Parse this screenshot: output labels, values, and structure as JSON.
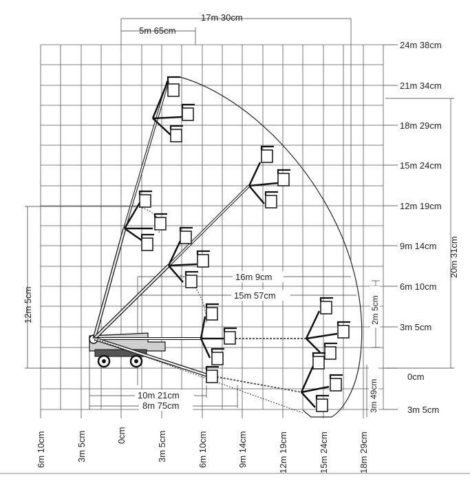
{
  "right_labels": [
    "24m 38cm",
    "21m 34cm",
    "18m 29cm",
    "15m 24cm",
    "12m 19cm",
    "9m 14cm",
    "6m 10cm",
    "3m 5cm",
    "0cm",
    "3m 5cm"
  ],
  "bottom_labels": [
    "6m 10cm",
    "3m 5cm",
    "0cm",
    "3m 5cm",
    "6m 10cm",
    "9m 14cm",
    "12m 19cm",
    "15m 24cm",
    "18m 29cm"
  ],
  "dimensions": {
    "total_outreach": "17m 30cm",
    "top_offset": "5m 65cm",
    "outreach_a": "16m 9cm",
    "outreach_b": "15m 57cm",
    "left_height": "12m 5cm",
    "total_height": "20m 31cm",
    "right_height": "2m 5cm",
    "below_ground": "3m 49cm",
    "bottom_a": "10m 21cm",
    "bottom_b": "8m 75cm"
  }
}
